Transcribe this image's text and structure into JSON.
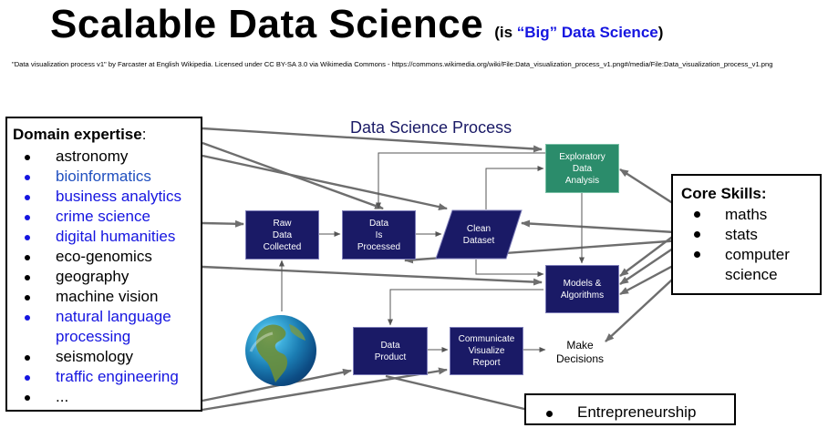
{
  "header": {
    "title": "Scalable Data Science",
    "subtitle_open": "(is ",
    "subtitle_big": "“Big” Data Science",
    "subtitle_close": ")"
  },
  "credit": "\"Data visualization process v1\" by Farcaster at English Wikipedia. Licensed under CC BY-SA 3.0 via Wikimedia Commons - https://commons.wikimedia.org/wiki/File:Data_visualization_process_v1.png#/media/File:Data_visualization_process_v1.png",
  "process": {
    "title": "Data Science Process",
    "boxes": {
      "raw": [
        "Raw",
        "Data",
        "Collected"
      ],
      "processed": [
        "Data",
        "Is",
        "Processed"
      ],
      "clean": [
        "Clean",
        "Dataset"
      ],
      "eda": [
        "Exploratory",
        "Data",
        "Analysis"
      ],
      "models": [
        "Models &",
        "Algorithms"
      ],
      "product": [
        "Data",
        "Product"
      ],
      "communicate": [
        "Communicate",
        "Visualize",
        "Report"
      ]
    },
    "make_decisions": [
      "Make",
      "Decisions"
    ]
  },
  "domain": {
    "heading": "Domain expertise",
    "colon": ":",
    "items": [
      {
        "label": "astronomy",
        "color": "#000000"
      },
      {
        "label": "bioinformatics",
        "color": "#1f4fbf"
      },
      {
        "label": "business analytics",
        "color": "#1515e0"
      },
      {
        "label": "crime science",
        "color": "#1515e0"
      },
      {
        "label": "digital humanities",
        "color": "#1515e0"
      },
      {
        "label": "eco-genomics",
        "color": "#000000"
      },
      {
        "label": "geography",
        "color": "#000000"
      },
      {
        "label": "machine vision",
        "color": "#000000"
      },
      {
        "label": "natural language",
        "color": "#1515e0"
      },
      {
        "label": "processing",
        "color": "#1515e0"
      },
      {
        "label": "seismology",
        "color": "#000000"
      },
      {
        "label": "traffic engineering",
        "color": "#1515e0"
      },
      {
        "label": "...",
        "color": "#000000"
      }
    ]
  },
  "skills": {
    "heading": "Core Skills:",
    "items": [
      "maths",
      "stats",
      "computer",
      "science"
    ]
  },
  "entrepreneurship": "Entrepreneurship",
  "colors": {
    "box_navy": "#1a1a66",
    "box_green": "#2b8c6b",
    "arrow_gray": "#6e6e6e",
    "accent_blue": "#1515e0"
  }
}
